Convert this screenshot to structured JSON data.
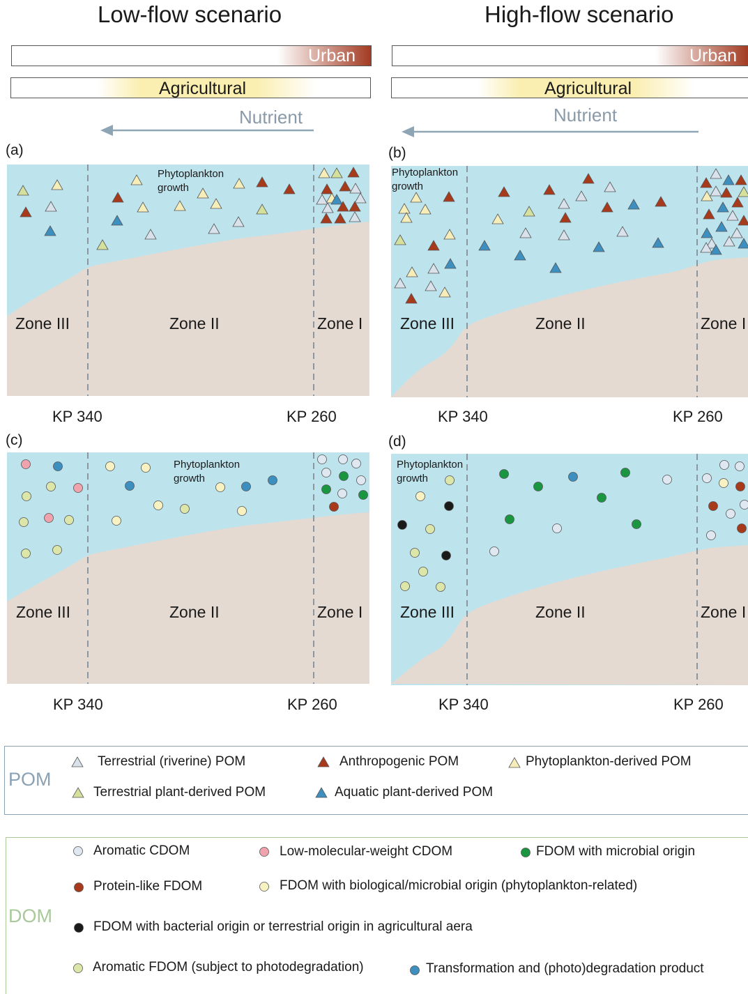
{
  "scenarios": {
    "low": {
      "title": "Low-flow scenario"
    },
    "high": {
      "title": "High-flow scenario"
    }
  },
  "labels": {
    "urban": "Urban",
    "agricultural": "Agricultural",
    "nutrient": "Nutrient",
    "phytoplankton": "Phytoplankton",
    "growth": "growth",
    "zone3": "Zone III",
    "zone2": "Zone II",
    "zone1": "Zone I",
    "kp340": "KP 340",
    "kp260": "KP 260"
  },
  "panels": {
    "a": {
      "letter": "(a)"
    },
    "b": {
      "letter": "(b)"
    },
    "c": {
      "letter": "(c)"
    },
    "d": {
      "letter": "(d)"
    }
  },
  "legend": {
    "pom": {
      "title": "POM",
      "items": [
        {
          "label": "Terrestrial (riverine) POM",
          "color": "#d9e1ea"
        },
        {
          "label": "Anthropogenic POM",
          "color": "#a83a1c"
        },
        {
          "label": "Phytoplankton-derived POM",
          "color": "#f7edb8"
        },
        {
          "label": "Terrestrial plant-derived POM",
          "color": "#d4e09b"
        },
        {
          "label": "Aquatic plant-derived POM",
          "color": "#3d8fbf"
        }
      ]
    },
    "dom": {
      "title": "DOM",
      "items": [
        {
          "label": "Aromatic CDOM",
          "color": "#dfe7f0"
        },
        {
          "label": "Low-molecular-weight CDOM",
          "color": "#f0a3ad"
        },
        {
          "label": "FDOM with microbial origin",
          "color": "#1a9641"
        },
        {
          "label": "Protein-like FDOM",
          "color": "#a83a1c"
        },
        {
          "label": "FDOM with biological/microbial origin (phytoplankton-related)",
          "color": "#f8f1c2"
        },
        {
          "label": "FDOM with bacterial origin or terrestrial origin in agricultural aera",
          "color": "#1a1a1a"
        },
        {
          "label": "Aromatic FDOM (subject to photodegradation)",
          "color": "#dbe6a8"
        },
        {
          "label": "Transformation and (photo)degradation product",
          "color": "#3d8fbf"
        }
      ]
    }
  },
  "colors": {
    "water": "#bde3ed",
    "land": "#e5dad1",
    "urban": "#a33b22",
    "agricultural": "#faeeb0",
    "nutrient_arrow": "#8ea5b5"
  }
}
